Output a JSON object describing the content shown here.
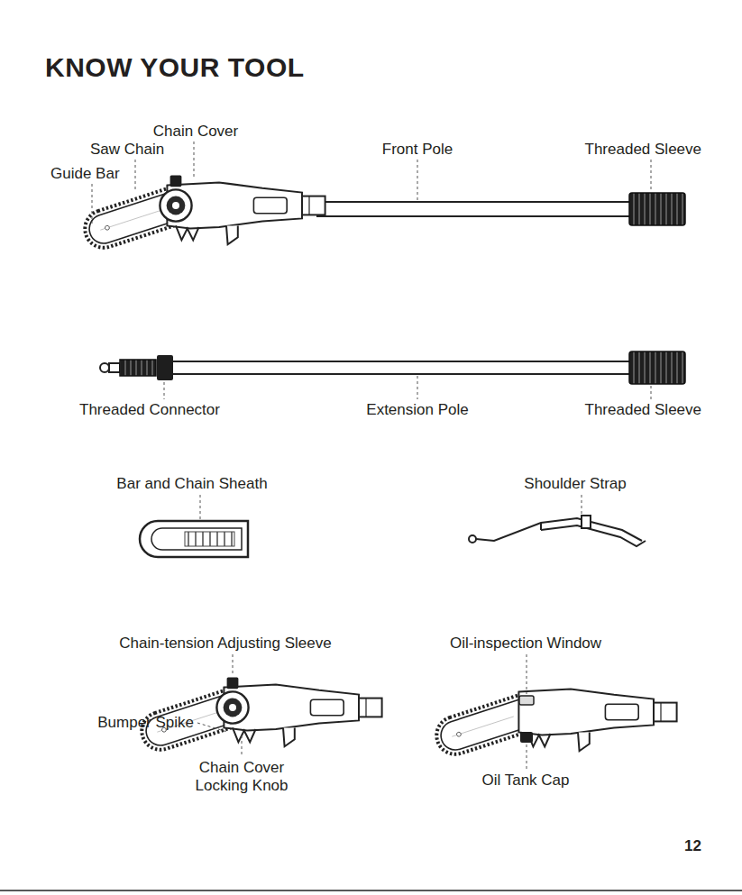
{
  "diagram": {
    "title": "KNOW YOUR TOOL",
    "labels": [
      "Chain Cover",
      "Saw Chain",
      "Guide Bar",
      "Front Pole",
      "Threaded Sleeve",
      "Threaded Connector",
      "Extension Pole",
      "Threaded Sleeve",
      "Bar and Chain Sheath",
      "Shoulder Strap",
      "Chain-tension Adjusting Sleeve",
      "Oil-inspection Window",
      "Bumper Spike",
      "Chain Cover Locking Knob",
      "Oil Tank Cap",
      "12"
    ]
  }
}
